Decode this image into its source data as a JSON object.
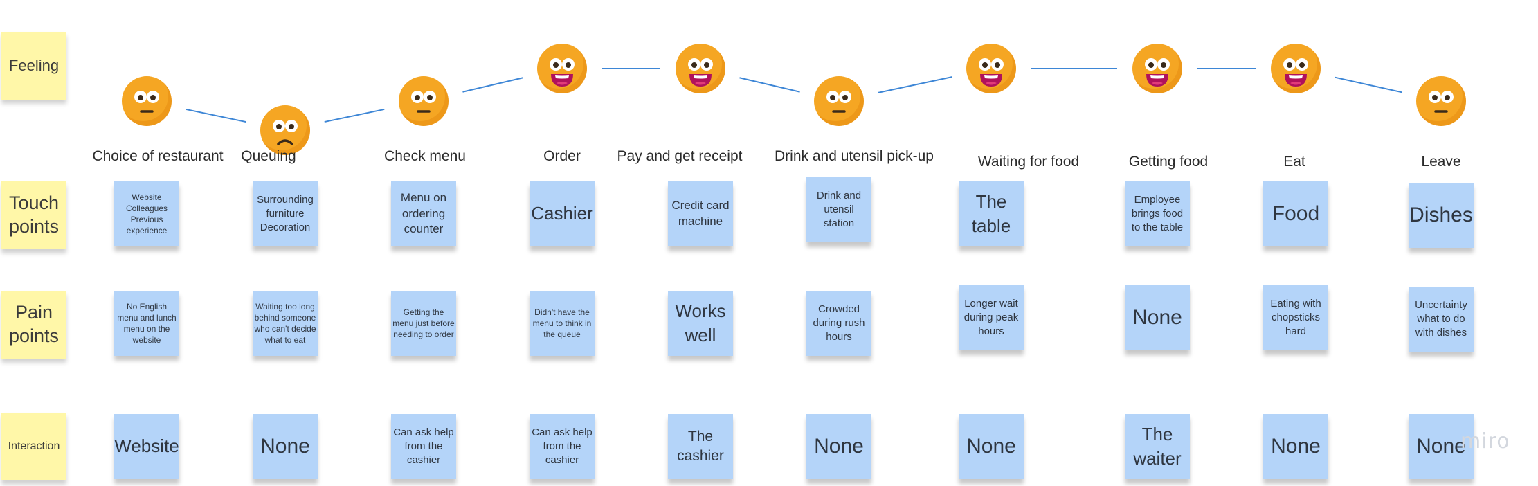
{
  "rows": [
    {
      "key": "feeling",
      "label": "Feeling"
    },
    {
      "key": "touch",
      "label": "Touch points"
    },
    {
      "key": "pain",
      "label": "Pain points"
    },
    {
      "key": "interaction",
      "label": "Interaction"
    }
  ],
  "stages": [
    {
      "name": "Choice of restaurant",
      "feeling": "neutral",
      "touch": "Website Colleagues Previous experience",
      "pain": "No English menu and lunch menu on the website",
      "interaction": "Website"
    },
    {
      "name": "Queuing",
      "feeling": "worried",
      "touch": "Surrounding furniture Decoration",
      "pain": "Waiting too long behind someone who can't decide what to eat",
      "interaction": "None"
    },
    {
      "name": "Check menu",
      "feeling": "neutral",
      "touch": "Menu on ordering counter",
      "pain": "Getting the menu just before needing to order",
      "interaction": "Can ask help from the cashier"
    },
    {
      "name": "Order",
      "feeling": "happy",
      "touch": "Cashier",
      "pain": "Didn't have the menu to think in the queue",
      "interaction": "Can ask help from the cashier"
    },
    {
      "name": "Pay and get receipt",
      "feeling": "happy",
      "touch": "Credit card machine",
      "pain": "Works well",
      "interaction": "The cashier"
    },
    {
      "name": "Drink and utensil pick-up",
      "feeling": "neutral",
      "touch": "Drink and utensil station",
      "pain": "Crowded during rush hours",
      "interaction": "None"
    },
    {
      "name": "Waiting for food",
      "feeling": "happy",
      "touch": "The table",
      "pain": "Longer wait during peak hours",
      "interaction": "None"
    },
    {
      "name": "Getting food",
      "feeling": "happy",
      "touch": "Employee brings food to the table",
      "pain": "None",
      "interaction": "The waiter"
    },
    {
      "name": "Eat",
      "feeling": "happy",
      "touch": "Food",
      "pain": "Eating with chopsticks hard",
      "interaction": "None"
    },
    {
      "name": "Leave",
      "feeling": "neutral",
      "touch": "Dishes",
      "pain": "Uncertainty what to do with dishes",
      "interaction": "None"
    }
  ],
  "watermark": "miro",
  "colors": {
    "sticky": "#b4d4f9",
    "label": "#fff7a8",
    "line": "#3d86d6",
    "emoji": "#f5a623"
  }
}
